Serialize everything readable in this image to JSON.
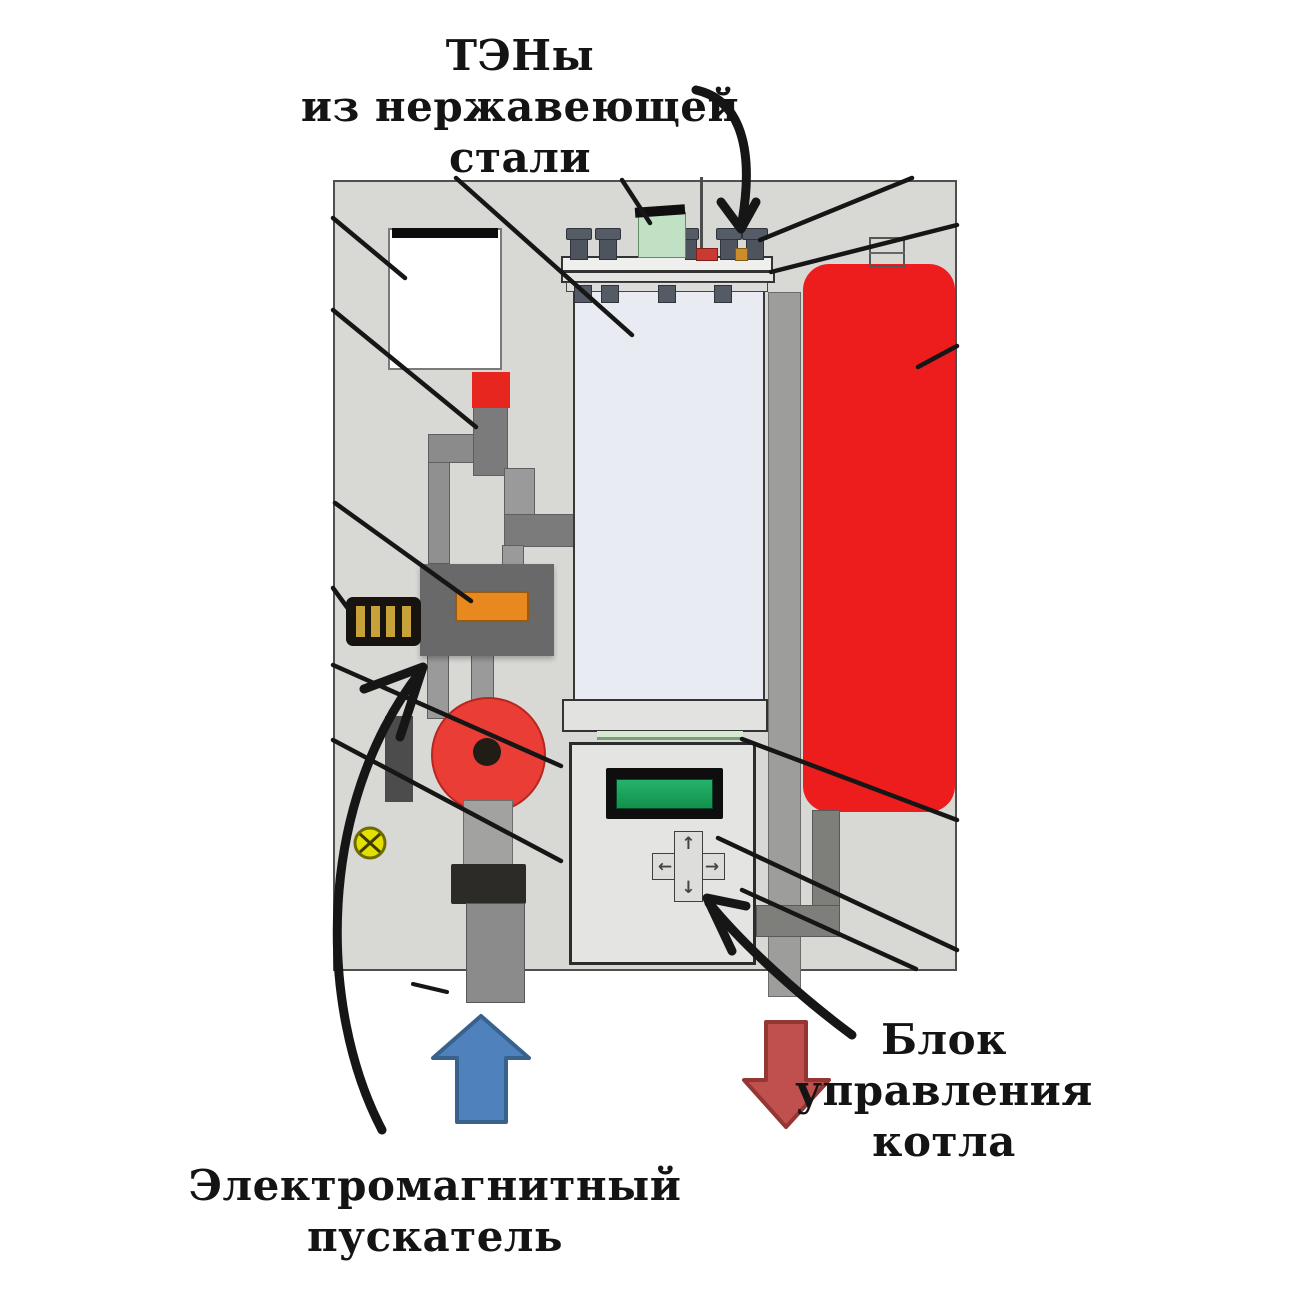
{
  "labels": {
    "heating": [
      "ТЭНы",
      "из нержавеющей",
      "стали"
    ],
    "starter": [
      "Электромагнитный",
      "пускатель"
    ],
    "control": [
      "Блок",
      "управления",
      "котла"
    ]
  },
  "keypad": {
    "up": "↑",
    "down": "↓",
    "left": "←",
    "right": "→"
  },
  "icons": {
    "inlet_arrow": "blue-up-arrow",
    "outlet_arrow": "red-down-arrow",
    "grounding_screw": "yellow-ground-screw"
  },
  "colors": {
    "panel": "#d8d8d5",
    "panel_border": "#4f4f4f",
    "tank_fill": "#e8ecf2",
    "outline": "#383838",
    "red": "#ed1d1d",
    "pump_red": "#e93d35",
    "orange": "#e8891f",
    "contactor_gray": "#696969",
    "pipe_gray": "#8b8b8b",
    "pipe_light": "#9a9a9a",
    "lcd_green": "#25b36b",
    "pale_green": "#d7e7d2",
    "component_green": "#c0e1c3",
    "terminal_gold": "#c7a139",
    "ground_yellow": "#e3df00",
    "inlet_blue": "#4f81bd",
    "inlet_blue_dark": "#38618e",
    "outlet_red": "#c0504d",
    "outlet_red_dark": "#943634",
    "line_black": "#161616"
  }
}
